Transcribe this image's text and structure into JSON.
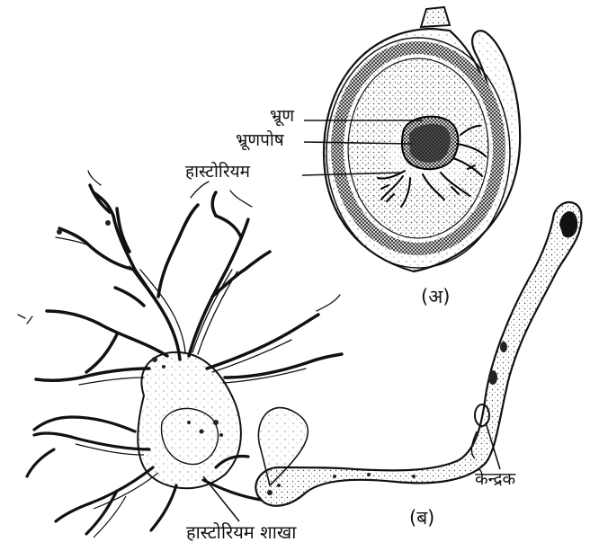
{
  "labels": {
    "embryo": "भ्रूण",
    "endosperm": "भ्रूणपोष",
    "haustorium": "हास्टोरियम",
    "panel_a": "(अ)",
    "nucleus": "केन्द्रक",
    "panel_b": "(ब)",
    "haustorium_branch": "हास्टोरियम शाखा"
  },
  "colors": {
    "ink": "#111111",
    "paper": "#ffffff",
    "stipple": "#555555"
  }
}
